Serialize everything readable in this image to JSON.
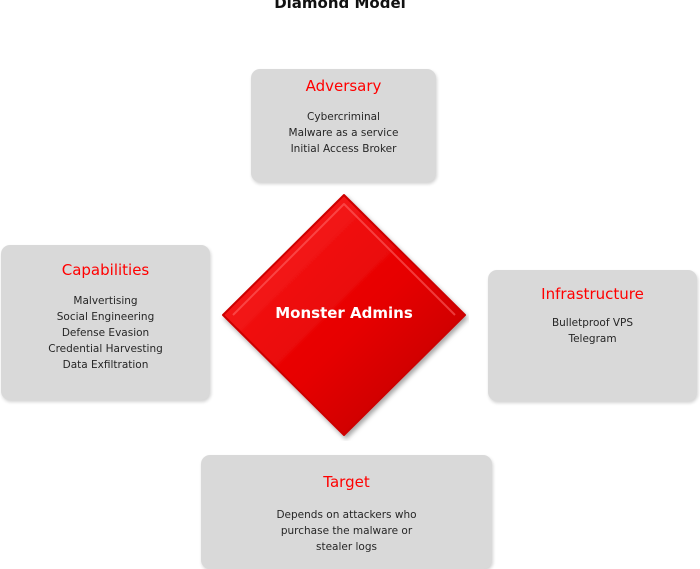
{
  "title": "Diamond Model",
  "center": {
    "label": "Monster Admins",
    "color": "#e60000"
  },
  "accent_color": "#ff0000",
  "card_color": "#d9d9d9",
  "adversary": {
    "title": "Adversary",
    "lines": [
      "Cybercriminal",
      "Malware as a service",
      "Initial Access Broker"
    ]
  },
  "capabilities": {
    "title": "Capabilities",
    "lines": [
      "Malvertising",
      "Social Engineering",
      "Defense Evasion",
      "Credential Harvesting",
      "Data Exfiltration"
    ]
  },
  "infrastructure": {
    "title": "Infrastructure",
    "lines": [
      "Bulletproof VPS",
      "Telegram"
    ]
  },
  "target": {
    "title": "Target",
    "lines": [
      "Depends on attackers who",
      "purchase the malware or",
      "stealer logs"
    ]
  }
}
